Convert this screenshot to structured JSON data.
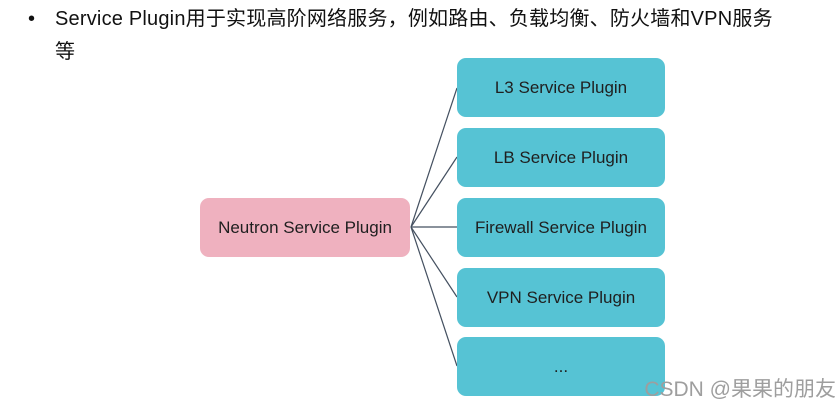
{
  "bullet": {
    "marker": "•",
    "line1": "Service Plugin用于实现高阶网络服务，例如路由、负载均衡、防火墙和VPN服务",
    "line2": "等"
  },
  "diagram": {
    "root": {
      "label": "Neutron Service Plugin"
    },
    "children": [
      {
        "label": "L3 Service Plugin"
      },
      {
        "label": "LB Service Plugin"
      },
      {
        "label": "Firewall Service Plugin"
      },
      {
        "label": "VPN Service Plugin"
      },
      {
        "label": "..."
      }
    ]
  },
  "colors": {
    "root_fill": "#EFB1BF",
    "child_fill": "#56C3D4",
    "connector": "#445060",
    "text": "#1F1F1F",
    "watermark": "#9E9E9E"
  },
  "watermark": {
    "text": "CSDN @果果的朋友"
  }
}
